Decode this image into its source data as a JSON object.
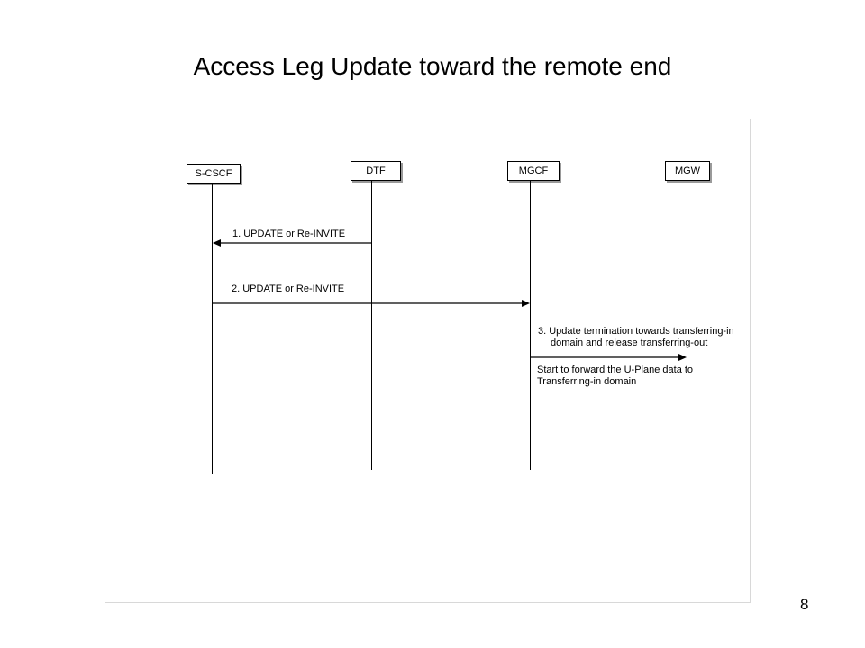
{
  "title": "Access Leg Update toward the remote end",
  "page_number": "8",
  "nodes": {
    "scscf": "S-CSCF",
    "dtf": "DTF",
    "mgcf": "MGCF",
    "mgw": "MGW"
  },
  "messages": {
    "m1": "1. UPDATE or Re-INVITE",
    "m2": "2. UPDATE or Re-INVITE",
    "m3_line1": "3. Update termination towards transferring-in",
    "m3_line2": "domain and release transferring-out",
    "note_line1": "Start to forward the U-Plane data to",
    "note_line2": "Transferring-in domain"
  }
}
